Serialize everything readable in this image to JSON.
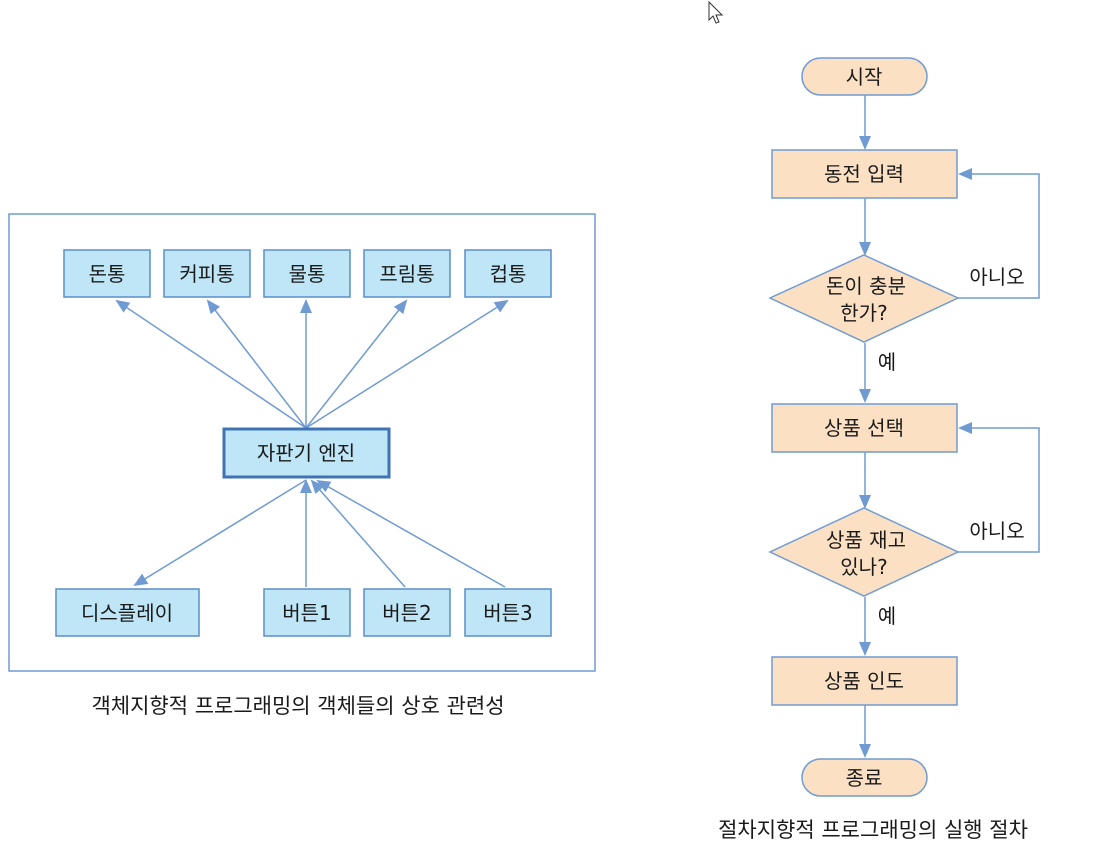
{
  "oop_diagram": {
    "containers": [
      "돈통",
      "커피통",
      "물통",
      "프림통",
      "컵통"
    ],
    "engine": "자판기 엔진",
    "display": "디스플레이",
    "buttons": [
      "버튼1",
      "버튼2",
      "버튼3"
    ],
    "caption": "객체지향적 프로그래밍의 객체들의 상호 관련성"
  },
  "flowchart": {
    "start": "시작",
    "input_coins": "동전 입력",
    "decision_money_line1": "돈이 충분",
    "decision_money_line2": "한가?",
    "select_product": "상품 선택",
    "decision_stock_line1": "상품 재고",
    "decision_stock_line2": "있나?",
    "deliver": "상품 인도",
    "end": "종료",
    "no_label": "아니오",
    "yes_label": "예",
    "caption": "절차지향적 프로그래밍의 실행 절차"
  },
  "colors": {
    "box_fill": "#bfe6f7",
    "box_stroke": "#5b8fc9",
    "engine_stroke": "#3f73b3",
    "arrow": "#6f9bd2",
    "flow_fill": "#fbe0c4",
    "flow_stroke": "#6f9bd2",
    "frame": "#6f9bd2"
  }
}
